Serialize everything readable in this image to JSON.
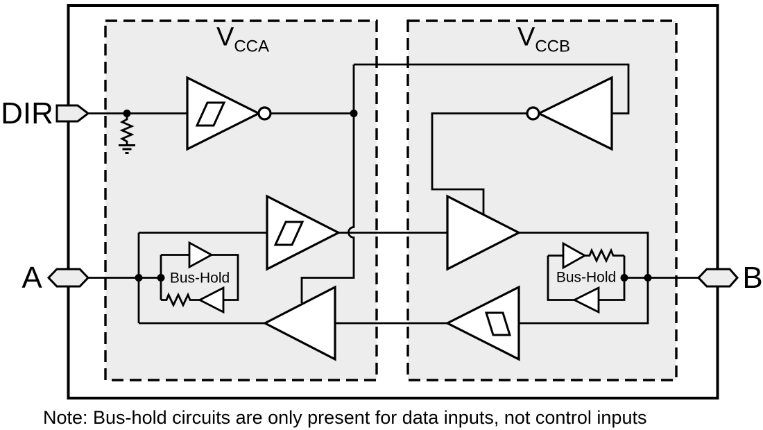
{
  "labels": {
    "dir": "DIR",
    "a": "A",
    "b": "B",
    "vcca": {
      "base": "V",
      "sub": "CCA"
    },
    "vccb": {
      "base": "V",
      "sub": "CCB"
    },
    "bus_hold_left": "Bus-Hold",
    "bus_hold_right": "Bus-Hold",
    "note": "Note: Bus-hold circuits are only present for data inputs, not control inputs"
  },
  "colors": {
    "line": "#000000",
    "region_fill": "#ededed",
    "gate_fill": "#ffffff",
    "background": "#ffffff"
  },
  "diagram": {
    "type": "circuit-block-diagram",
    "pins": [
      "DIR",
      "A",
      "B"
    ],
    "supply_domains": [
      "VCCA",
      "VCCB"
    ],
    "vcca_components": [
      "dir-schmitt-inverter-with-pulldown-resistor-to-ground",
      "a-to-b-schmitt-buffer-stage1",
      "b-to-a-output-buffer-with-enable",
      "bus-hold-cell-on-a"
    ],
    "vccb_components": [
      "dir-inverter-stage2",
      "a-to-b-output-buffer-with-enable",
      "b-to-a-schmitt-buffer-stage1",
      "bus-hold-cell-on-b"
    ]
  }
}
